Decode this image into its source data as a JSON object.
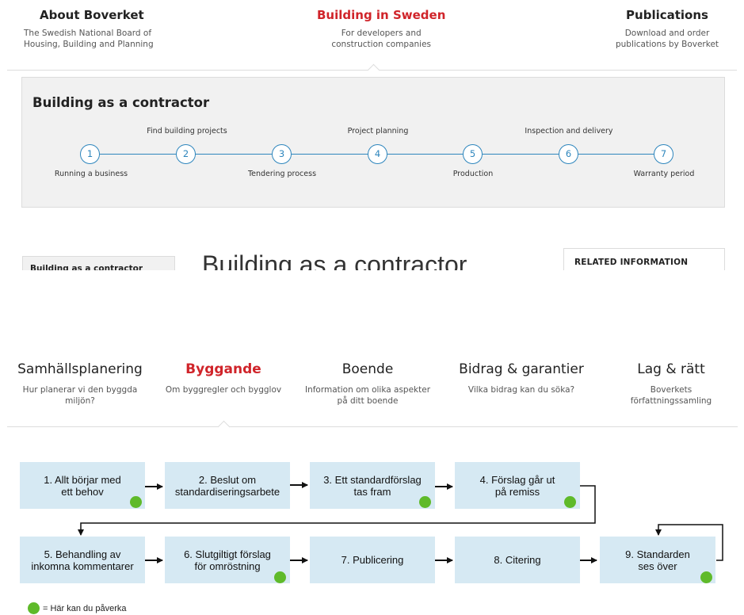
{
  "top_nav": {
    "items": [
      {
        "title": "About Boverket",
        "sub_line1": "The Swedish National Board of",
        "sub_line2": "Housing, Building and Planning",
        "active": false
      },
      {
        "title": "Building in Sweden",
        "sub_line1": "For developers and",
        "sub_line2": "construction companies",
        "active": true
      },
      {
        "title": "Publications",
        "sub_line1": "Download and order",
        "sub_line2": "publications by Boverket",
        "active": false
      }
    ]
  },
  "contractor_panel": {
    "title": "Building as a contractor",
    "steps": [
      {
        "number": "1",
        "label": "Running a business"
      },
      {
        "number": "2",
        "label": "Find building projects"
      },
      {
        "number": "3",
        "label": "Tendering process"
      },
      {
        "number": "4",
        "label": "Project planning"
      },
      {
        "number": "5",
        "label": "Production"
      },
      {
        "number": "6",
        "label": "Inspection and delivery"
      },
      {
        "number": "7",
        "label": "Warranty period"
      }
    ]
  },
  "page_content": {
    "submenu_item": "Building as a contractor",
    "page_title": "Building as a contractor",
    "related_heading": "RELATED INFORMATION"
  },
  "sv_nav": {
    "items": [
      {
        "title": "Samhällsplanering",
        "sub_line1": "Hur planerar vi den byggda",
        "sub_line2": "miljön?",
        "active": false
      },
      {
        "title": "Byggande",
        "sub_line1": "Om byggregler och bygglov",
        "sub_line2": "",
        "active": true
      },
      {
        "title": "Boende",
        "sub_line1": "Information om olika aspekter",
        "sub_line2": "på ditt boende",
        "active": false
      },
      {
        "title": "Bidrag & garantier",
        "sub_line1": "Vilka bidrag kan du söka?",
        "sub_line2": "",
        "active": false
      },
      {
        "title": "Lag & rätt",
        "sub_line1": "Boverkets författningssamling",
        "sub_line2": "",
        "active": false
      }
    ]
  },
  "flow": {
    "steps": [
      {
        "line1": "1. Allt börjar med",
        "line2": "ett behov",
        "influence": true
      },
      {
        "line1": "2. Beslut om",
        "line2": "standardiseringsarbete",
        "influence": false
      },
      {
        "line1": "3. Ett standardförslag",
        "line2": "tas fram",
        "influence": true
      },
      {
        "line1": "4. Förslag går ut",
        "line2": "på remiss",
        "influence": true
      },
      {
        "line1": "5. Behandling av",
        "line2": "inkomna kommentarer",
        "influence": false
      },
      {
        "line1": "6. Slutgiltigt förslag",
        "line2": "för omröstning",
        "influence": true
      },
      {
        "line1": "7. Publicering",
        "line2": "",
        "influence": false
      },
      {
        "line1": "8. Citering",
        "line2": "",
        "influence": false
      },
      {
        "line1": "9. Standarden",
        "line2": "ses över",
        "influence": true
      }
    ],
    "legend": "= Här kan du påverka",
    "colors": {
      "box": "#d6e9f3",
      "influence_dot": "#5fba2a",
      "accent_red": "#d0242a",
      "step_blue": "#2e86bd"
    }
  }
}
